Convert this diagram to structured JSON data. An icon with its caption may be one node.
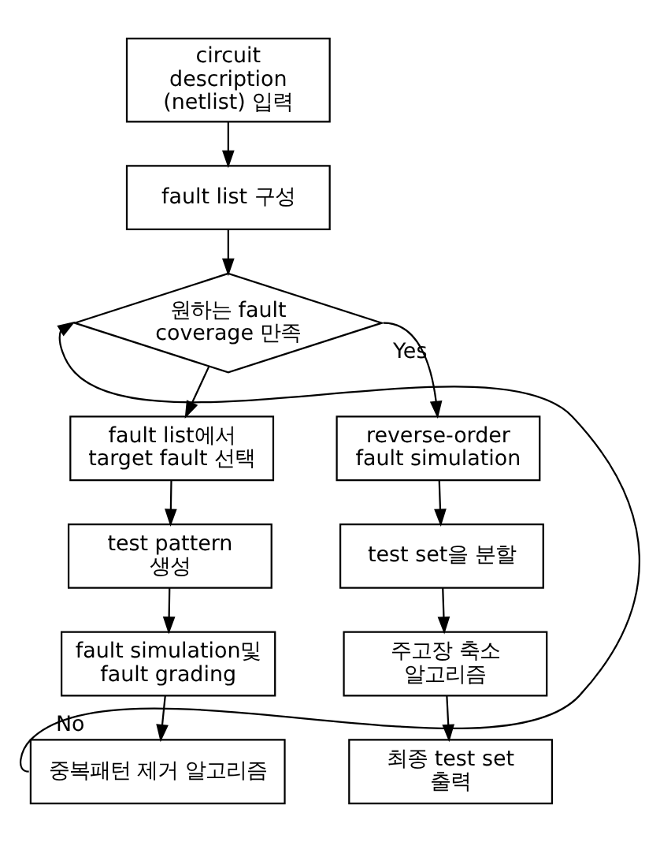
{
  "diagram": {
    "nodes": [
      {
        "text": [
          "circuit description (netlist) 입력"
        ]
      },
      {
        "text": [
          "fault list 구성"
        ]
      },
      {
        "text": [
          "원하는 fault coverage 만족"
        ]
      },
      {
        "text": [
          "fault list에서 target fault 선택"
        ]
      },
      {
        "text": [
          "test pattern 생성"
        ]
      },
      {
        "text": [
          "fault simulation및 fault grading"
        ]
      },
      {
        "text": [
          "중복패턴 제거 알고리즘"
        ]
      },
      {
        "text": [
          "reverse-order fault simulation"
        ]
      },
      {
        "text": [
          "test set을 분할"
        ]
      },
      {
        "text": [
          "주고장 축소 알고리즘"
        ]
      },
      {
        "text": [
          "최종 test set 출력"
        ]
      }
    ],
    "edges": [
      {
        "from": 0,
        "to": 1,
        "arrow": "to"
      },
      {
        "from": 1,
        "to": 2,
        "arrow": "to"
      },
      {
        "from": 2,
        "to": 3,
        "arrow": "to"
      },
      {
        "from": 3,
        "to": 4,
        "arrow": "to"
      },
      {
        "from": 4,
        "to": 5,
        "arrow": "to"
      },
      {
        "from": 5,
        "to": 6,
        "arrow": "to"
      },
      {
        "from": 6,
        "to": 2,
        "arrow": "to",
        "label": "No"
      },
      {
        "from": 2,
        "to": 7,
        "arrow": "to",
        "label": "Yes"
      },
      {
        "from": 7,
        "to": 8,
        "arrow": "to"
      },
      {
        "from": 8,
        "to": 9,
        "arrow": "to"
      },
      {
        "from": 9,
        "to": 10,
        "arrow": "to"
      }
    ]
  }
}
